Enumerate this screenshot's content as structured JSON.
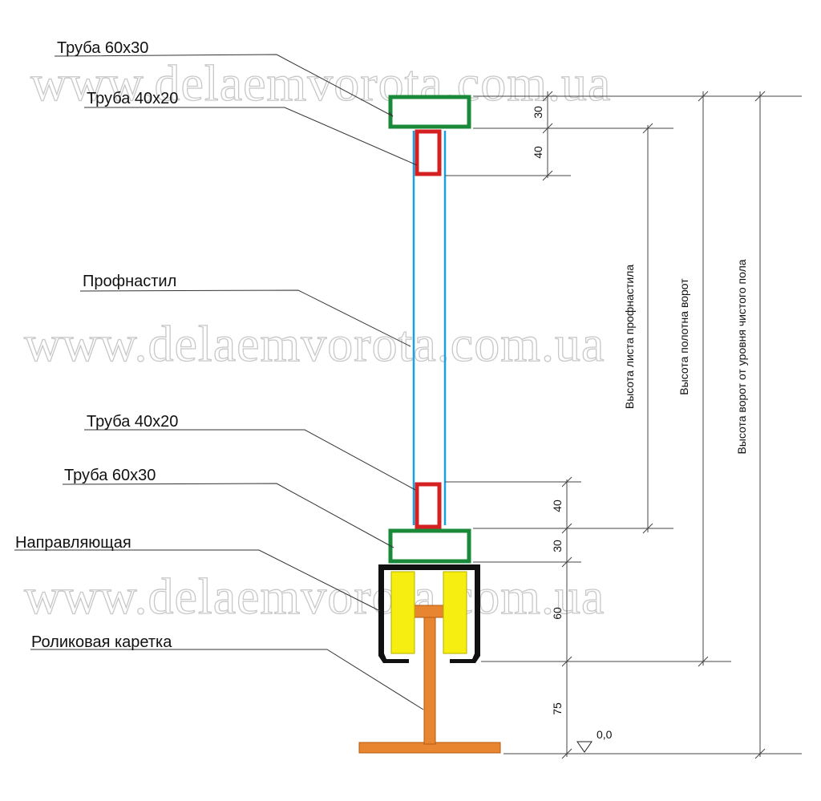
{
  "watermark": "www.delaemvorota.com.ua",
  "labels": {
    "top_tube_60x30": "Труба 60х30",
    "top_tube_40x20": "Труба 40х20",
    "profile_sheet": "Профнастил",
    "bottom_tube_40x20": "Труба 40х20",
    "bottom_tube_60x30": "Труба 60х30",
    "guide_rail": "Направляющая",
    "roller_carriage": "Роликовая каретка"
  },
  "dimensions": {
    "top_60x30": "30",
    "top_40x20": "40",
    "bottom_40x20": "40",
    "bottom_60x30": "30",
    "guide": "60",
    "post": "75",
    "floor_level": "0,0"
  },
  "vertical_labels": {
    "sheet_height": "Высота листа профнастила",
    "panel_height": "Высота полотна ворот",
    "gate_height_from_floor": "Высота ворот от уровня чистого пола"
  },
  "colors": {
    "tube_60x30": "#1a8a3a",
    "tube_40x20": "#d42020",
    "profile_sheet": "#1aa0e0",
    "roller": "#f5ee10",
    "carriage": "#e88530",
    "rail": "#111111",
    "watermark": "#c8c8c8"
  }
}
